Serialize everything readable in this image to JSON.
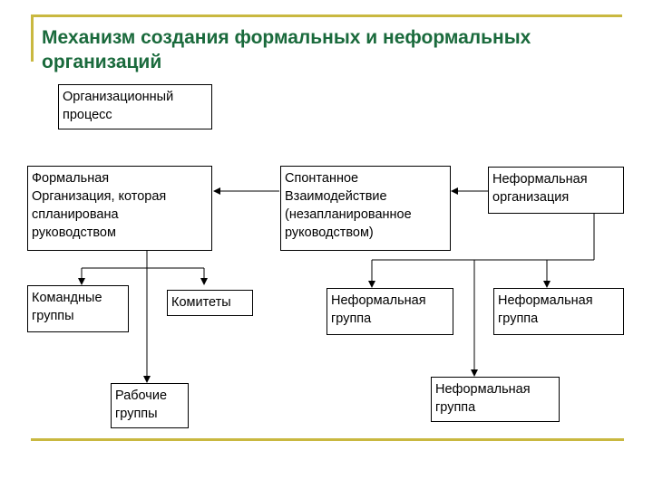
{
  "title": "Механизм создания формальных и неформальных организаций",
  "colors": {
    "title": "#1a6a3c",
    "frame": "#c9b840",
    "line": "#000000"
  },
  "nodes": {
    "org_process": "Организационный\nпроцесс",
    "formal_org": "Формальная\nОрганизация, которая\nспланирована\nруководством",
    "spontaneous": "Спонтанное\nВзаимодействие\n(незапланированное\n руководством)",
    "informal_org": "Неформальная\nорганизация",
    "command_groups": "Командные\nгруппы",
    "committees": "Комитеты",
    "work_groups": "Рабочие\nгруппы",
    "informal_group_1": "Неформальная\nгруппа",
    "informal_group_2": "Неформальная\nгруппа",
    "informal_group_3": "Неформальная\nгруппа"
  }
}
